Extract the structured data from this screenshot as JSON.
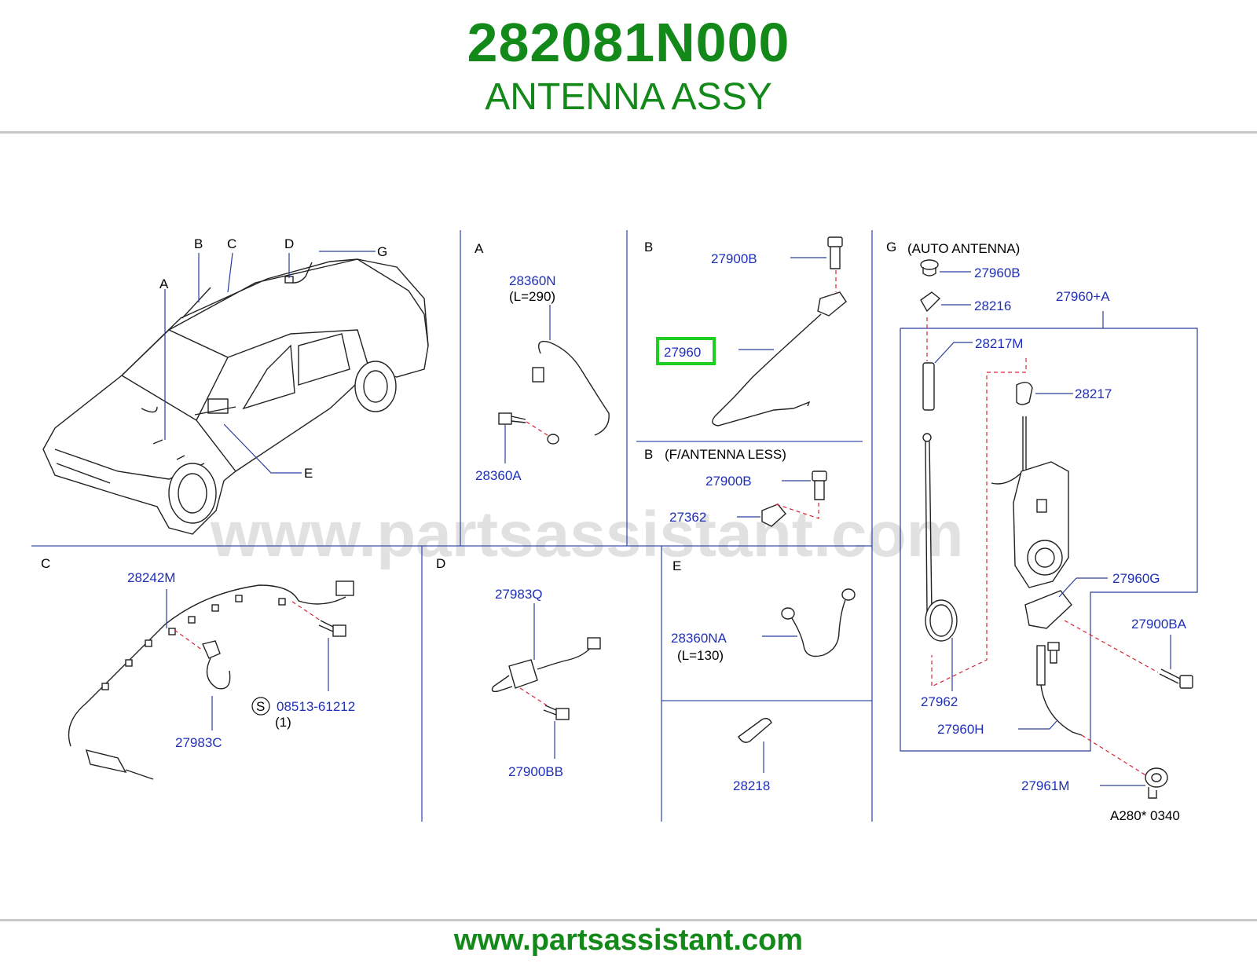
{
  "header": {
    "part_number": "282081N000",
    "part_name": "ANTENNA ASSY"
  },
  "footer": {
    "url": "www.partsassistant.com"
  },
  "watermark": "www.partsassistant.com",
  "highlight_color": "#1fcf1f",
  "brand_color": "#13891a",
  "label_color": "#1f2fb8",
  "overview": {
    "labels": [
      "A",
      "B",
      "C",
      "D",
      "E",
      "G"
    ]
  },
  "sections": {
    "A": {
      "title": "A",
      "parts": [
        "28360N",
        "(L=290)",
        "28360A"
      ]
    },
    "B": {
      "title": "B",
      "parts": [
        "27900B",
        "27960"
      ]
    },
    "B2": {
      "title": "B",
      "subtitle": "(F/ANTENNA   LESS)",
      "parts": [
        "27900B",
        "27362"
      ]
    },
    "C": {
      "title": "C",
      "parts": [
        "28242M",
        "27983C",
        "08513-61212",
        "(1)"
      ],
      "symbol": "S"
    },
    "D": {
      "title": "D",
      "parts": [
        "27983Q",
        "27900BB"
      ]
    },
    "E": {
      "title": "E",
      "parts": [
        "28360NA",
        "(L=130)",
        "28218"
      ]
    },
    "G": {
      "title": "G",
      "subtitle": "(AUTO   ANTENNA)",
      "parts": [
        "27960B",
        "28216",
        "27960+A",
        "28217M",
        "28217",
        "27960G",
        "27900BA",
        "27962",
        "27960H",
        "27961M"
      ]
    }
  },
  "diagram_code": "A280*   0340"
}
